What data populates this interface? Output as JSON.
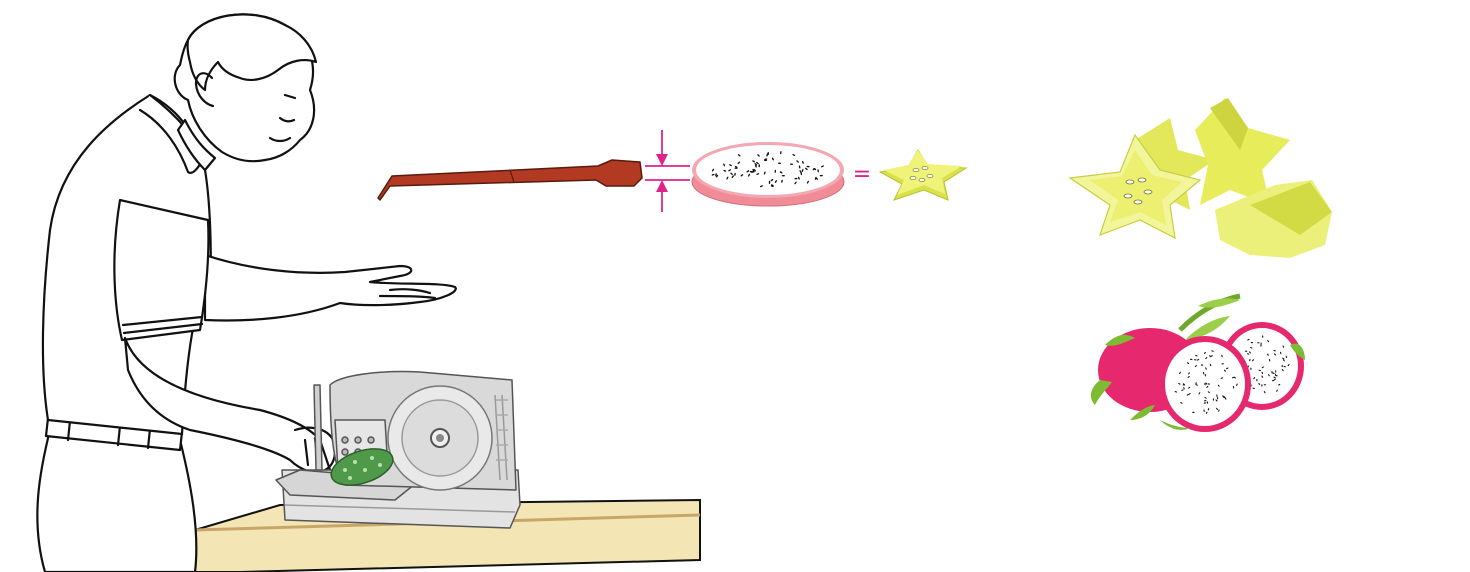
{
  "scene": {
    "figures": [
      {
        "name": "person-using-slicer"
      },
      {
        "name": "slicer-blade-thickness-diagram"
      },
      {
        "name": "dragon-fruit-slice"
      },
      {
        "name": "star-fruit-slice"
      },
      {
        "name": "star-fruit-whole"
      },
      {
        "name": "dragon-fruit-whole"
      }
    ],
    "symbols": {
      "equals": "="
    },
    "colors": {
      "outline": "#111111",
      "table_top": "#f3e6b4",
      "table_edge": "#c8a66a",
      "slicer_body": "#d9d9d9",
      "slicer_dark": "#a9a9a9",
      "cucumber": "#4f9a4a",
      "blade_handle": "#b23a22",
      "blade_outline": "#5a1a0e",
      "thickness_arrow": "#e0238b",
      "dragon_fruit_skin": "#f08c98",
      "dragon_fruit_flesh": "#ffffff",
      "dragon_fruit_seed": "#111111",
      "starfruit": "#e6ec5a",
      "starfruit_light": "#f3f59a",
      "dragon_fruit_bract": "#7dbb32",
      "dragon_fruit_pink": "#e6286e"
    }
  }
}
